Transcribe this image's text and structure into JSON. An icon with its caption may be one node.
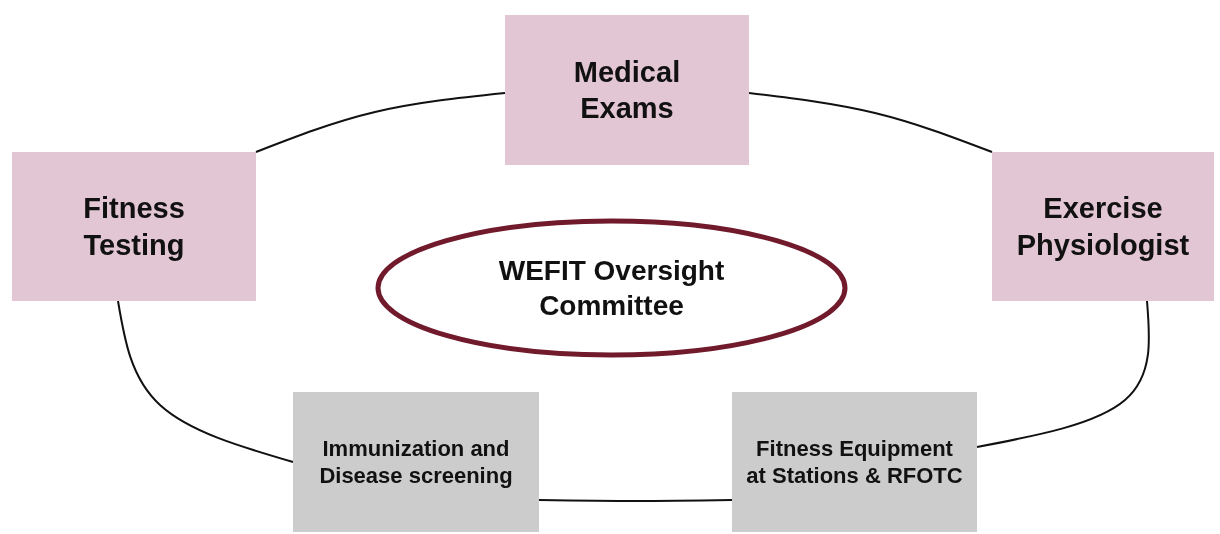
{
  "diagram": {
    "nodes": [
      {
        "text": [
          "Medical Exams"
        ]
      },
      {
        "text": [
          "Fitness Testing"
        ]
      },
      {
        "text": [
          "WEFIT Oversight Committee"
        ]
      },
      {
        "text": [
          "Exercise Physiologist"
        ]
      },
      {
        "text": [
          "Immunization and Disease screening"
        ]
      },
      {
        "text": [
          "Fitness Equipment at Stations & RFOTC"
        ]
      }
    ],
    "edges": [
      {
        "from": 1,
        "to": 0,
        "arrow": "none"
      },
      {
        "from": 0,
        "to": 3,
        "arrow": "none"
      },
      {
        "from": 3,
        "to": 5,
        "arrow": "none"
      },
      {
        "from": 5,
        "to": 4,
        "arrow": "none"
      },
      {
        "from": 4,
        "to": 1,
        "arrow": "none"
      }
    ]
  }
}
